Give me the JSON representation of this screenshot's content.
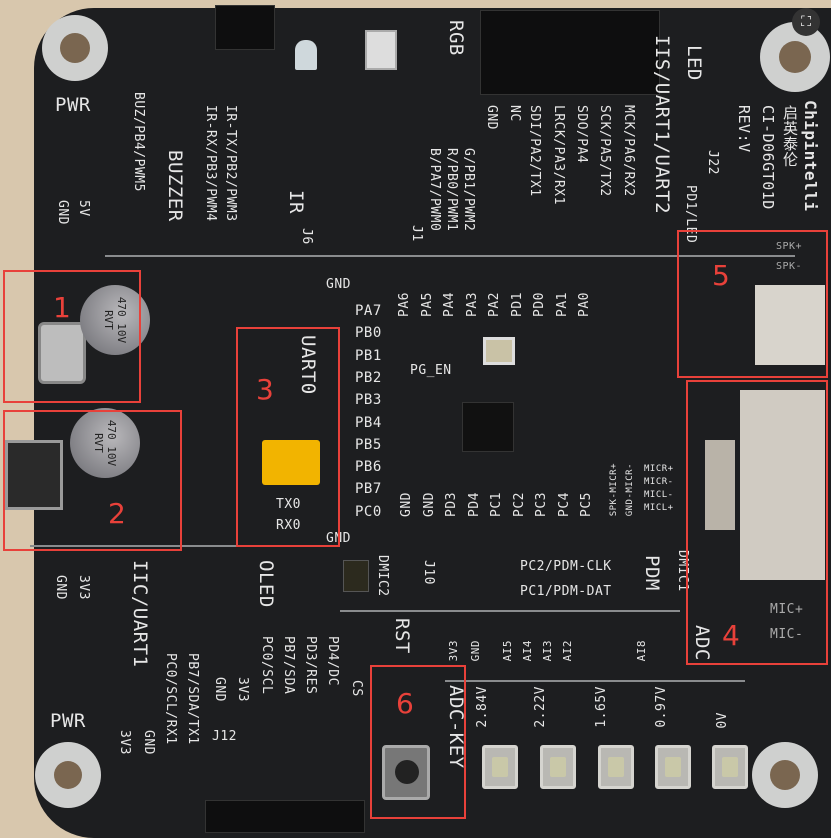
{
  "board": {
    "brand": "Chipintelli",
    "brand_cn": "启英泰伦",
    "model": "CI-D06GT01D",
    "revision": "REV:V",
    "capacitor_marking": "470 10V RVT"
  },
  "power": {
    "top_label": "PWR",
    "top_pins": [
      "5V",
      "GND"
    ],
    "bottom_label": "PWR",
    "bottom_pins": [
      "3V3",
      "GND"
    ]
  },
  "buzzer": {
    "title": "BUZZER",
    "pin": "BUZ/PB4/PWM5"
  },
  "ir": {
    "title": "IR",
    "pins": [
      "IR-TX/PB2/PWM3",
      "IR-RX/PB3/PWM4"
    ],
    "connector": "J6"
  },
  "rgb": {
    "title": "RGB",
    "pins": [
      "G/PB1/PWM2",
      "R/PB0/PWM1",
      "B/PA7/PWM0"
    ],
    "connector": "J1"
  },
  "iis": {
    "title": "IIS/UART1/UART2",
    "pins": [
      "MCK/PA6/RX2",
      "SCK/PA5/TX2",
      "SDO/PA4",
      "LRCK/PA3/RX1",
      "SDI/PA2/TX1",
      "NC",
      "GND"
    ]
  },
  "led": {
    "title": "LED",
    "connector": "J22",
    "pin": "PD1/LED"
  },
  "speaker": {
    "pins": [
      "SPK+",
      "SPK-"
    ]
  },
  "uart0": {
    "title": "UART0",
    "pins": [
      "TX0",
      "RX0"
    ]
  },
  "mcu": {
    "left_pins": [
      "PA7",
      "PB0",
      "PB1",
      "PB2",
      "PB3",
      "PB4",
      "PB5",
      "PB6",
      "PB7",
      "PC0"
    ],
    "top_pins": [
      "PA6",
      "PA5",
      "PA4",
      "PA3",
      "PA2",
      "PD1",
      "PD0",
      "PA1",
      "PA0"
    ],
    "bottom_pins": [
      "GND",
      "GND",
      "PD3",
      "PD4",
      "PC1",
      "PC2",
      "PC3",
      "PC4",
      "PC5"
    ],
    "gnd": "GND",
    "pg_en": "PG_EN",
    "mic_jumper": [
      "GND-MICR-",
      "SPK-MICR+"
    ],
    "mic_pins": [
      "MICR+",
      "MICR-",
      "MICL-",
      "MICL+"
    ]
  },
  "pdm": {
    "title": "PDM",
    "pins": [
      "PC2/PDM-CLK",
      "PC1/PDM-DAT"
    ],
    "connector": "J10",
    "dmic2": "DMIC2",
    "dmic1": "DMIC1"
  },
  "iic": {
    "title": "IIC/UART1",
    "pins": [
      "PB7/SDA/TX1",
      "PC0/SCL/RX1",
      "GND",
      "3V3"
    ]
  },
  "oled": {
    "title": "OLED",
    "pins": [
      "CS",
      "PD4/DC",
      "PD3/RES",
      "PB7/SDA",
      "PC0/SCL",
      "3V3",
      "GND"
    ],
    "connector": "J12"
  },
  "reset": {
    "title": "RST"
  },
  "adc": {
    "title": "ADC",
    "key_title": "ADC-KEY",
    "pins": [
      "3V3",
      "GND",
      "AI5",
      "AI4",
      "AI3",
      "AI2",
      "AI8"
    ],
    "voltages": [
      "2.84V",
      "2.22V",
      "1.65V",
      "0.97V",
      "0V"
    ],
    "mic": [
      "MIC+",
      "MIC-"
    ]
  },
  "annotations": [
    "1",
    "2",
    "3",
    "4",
    "5",
    "6"
  ],
  "colors": {
    "annotation": "#e8413a",
    "board": "#1d1e20",
    "silkscreen": "#e6e6e6",
    "jumper": "#f2b400"
  },
  "icons": {
    "expand": "expand-icon"
  }
}
